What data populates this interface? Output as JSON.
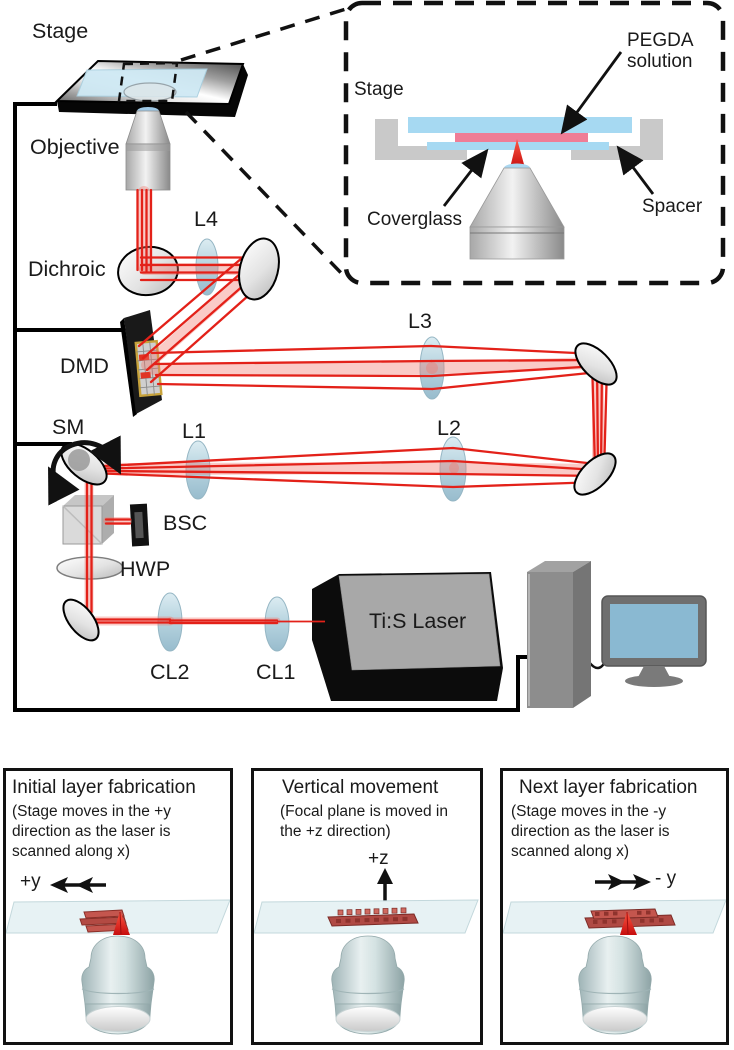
{
  "colors": {
    "beam_red": "#E32119",
    "lens_blue": "#BBD7E3",
    "mirror_gray": "#D9D9D9",
    "slide_blue": "#A6D9F2",
    "pegda_pink": "#EF7D96",
    "spacer_gray": "#C9C9C9",
    "structure_red": "#C0504D",
    "screen_blue": "#8AB9D2",
    "dmd_frame_gold": "#C8A33B"
  },
  "diagram": {
    "labels": {
      "stage": "Stage",
      "objective": "Objective",
      "dichroic": "Dichroic",
      "l4": "L4",
      "dmd": "DMD",
      "sm": "SM",
      "l1": "L1",
      "l2": "L2",
      "l3": "L3",
      "bsc": "BSC",
      "hwp": "HWP",
      "cl2": "CL2",
      "cl1": "CL1",
      "laser": "Ti:S Laser"
    },
    "inset": {
      "stage": "Stage",
      "pegda": "PEGDA solution",
      "coverglass": "Coverglass",
      "spacer": "Spacer"
    }
  },
  "panels": [
    {
      "title": "Initial layer fabrication",
      "subtitle": "(Stage moves in the +y direction as the laser is scanned along x)",
      "axis_label": "+y",
      "arrow_direction": "left"
    },
    {
      "title": "Vertical movement",
      "subtitle": "(Focal plane is moved in the +z direction)",
      "axis_label": "+z",
      "arrow_direction": "up"
    },
    {
      "title": "Next layer fabrication",
      "subtitle": "(Stage moves in the -y direction as the laser is scanned along x)",
      "axis_label": "- y",
      "arrow_direction": "right"
    }
  ]
}
